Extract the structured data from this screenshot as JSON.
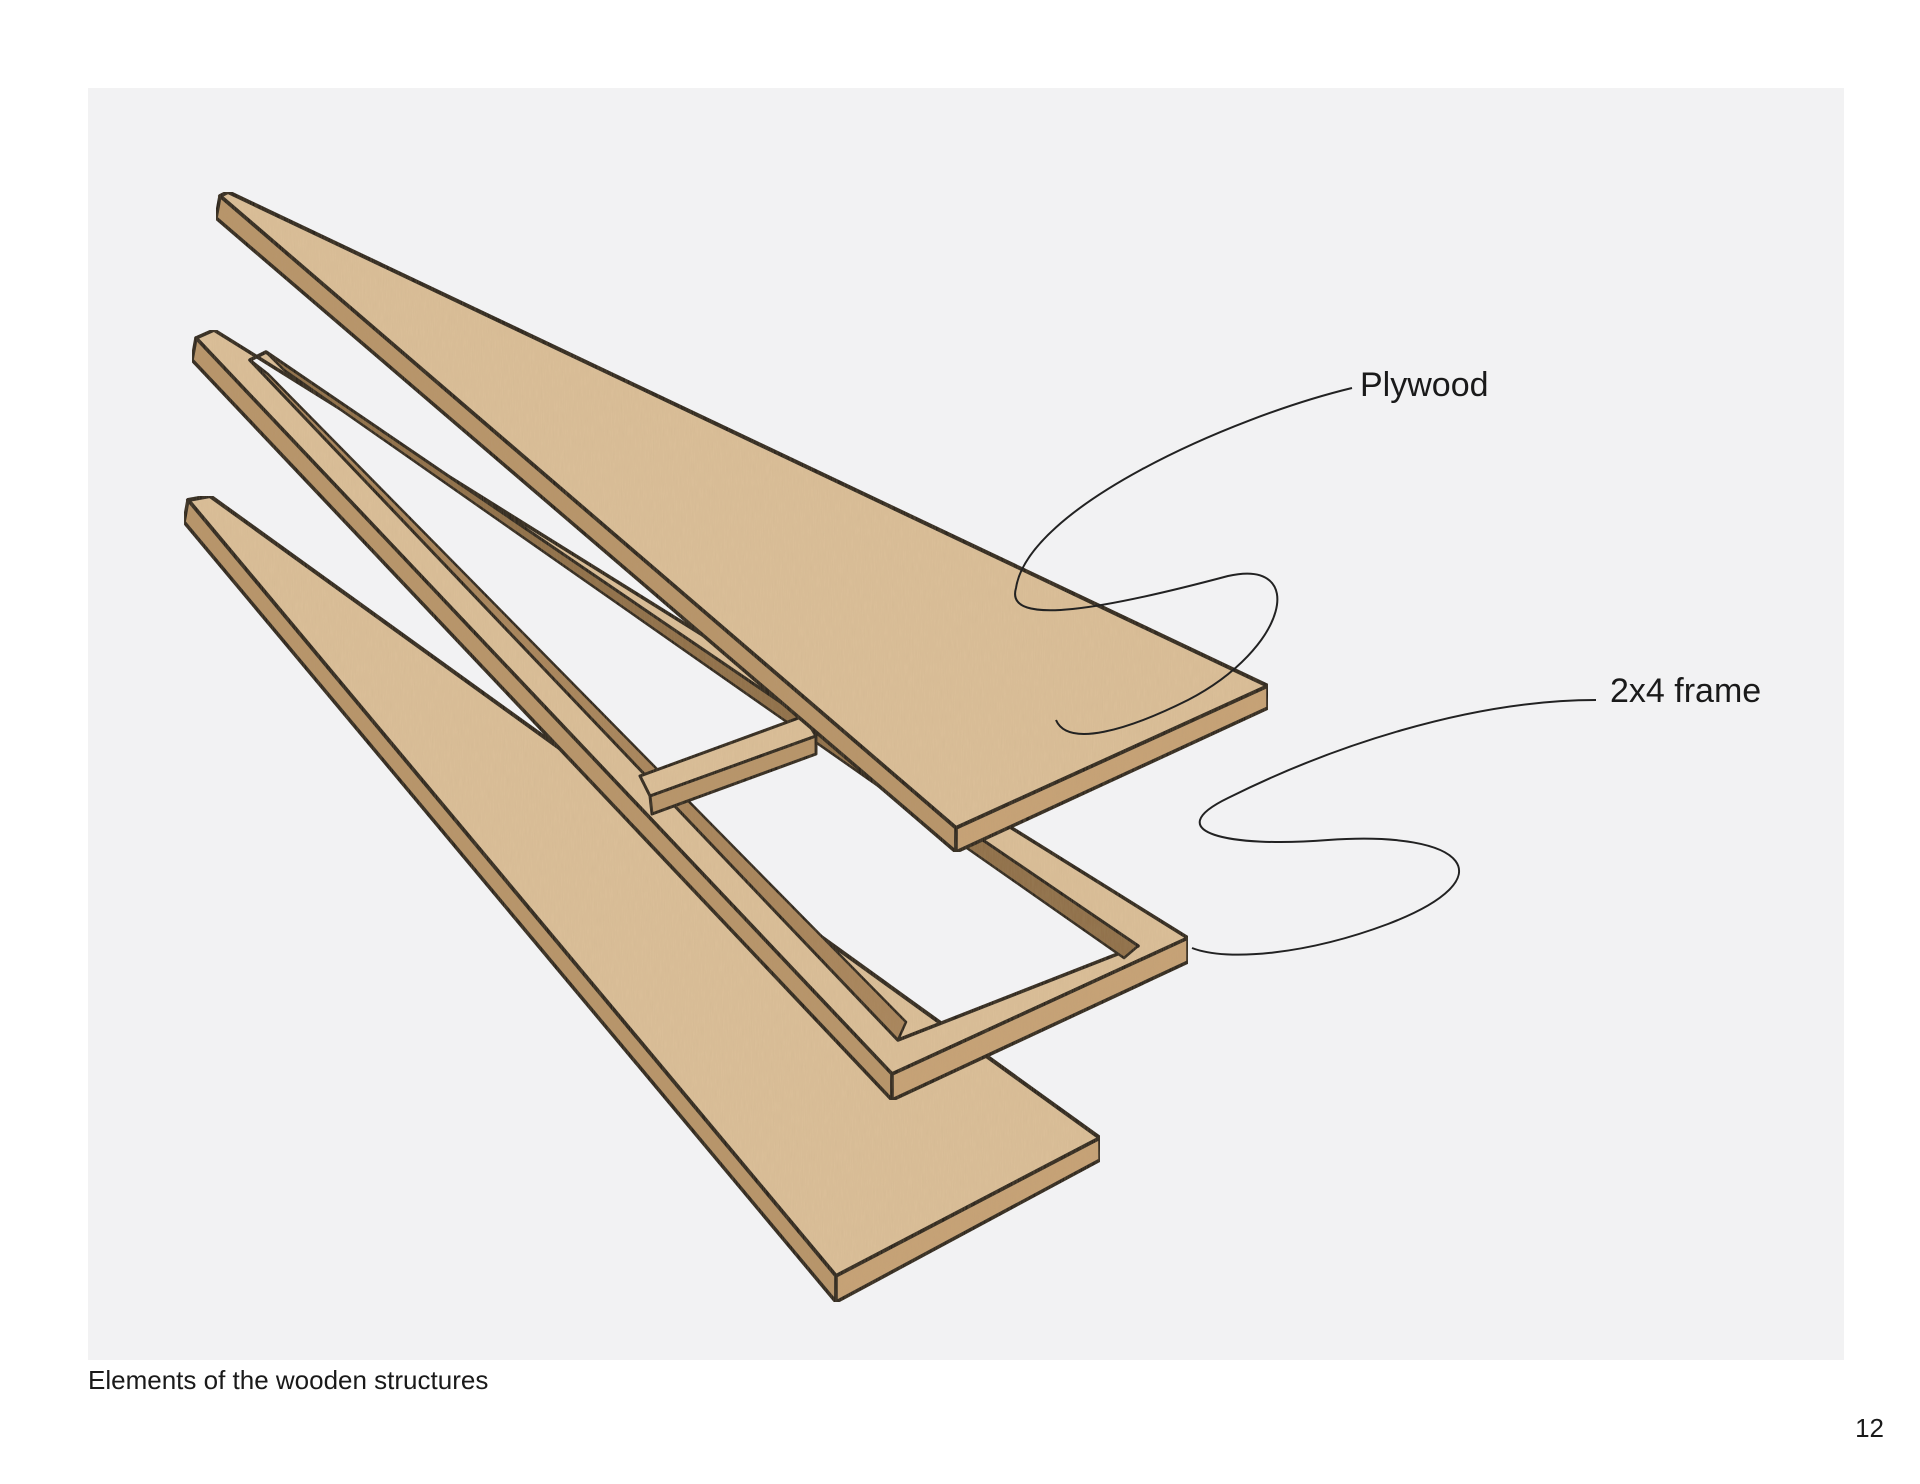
{
  "labels": {
    "plywood": "Plywood",
    "frame": "2x4 frame"
  },
  "caption": "Elements of the wooden structures",
  "page_number": "12",
  "colors": {
    "panel_background": "#f2f2f3",
    "wood_face": "#dcc09a",
    "wood_edge": "#c7a377",
    "wood_dark": "#9a7a52",
    "outline": "#161616"
  }
}
